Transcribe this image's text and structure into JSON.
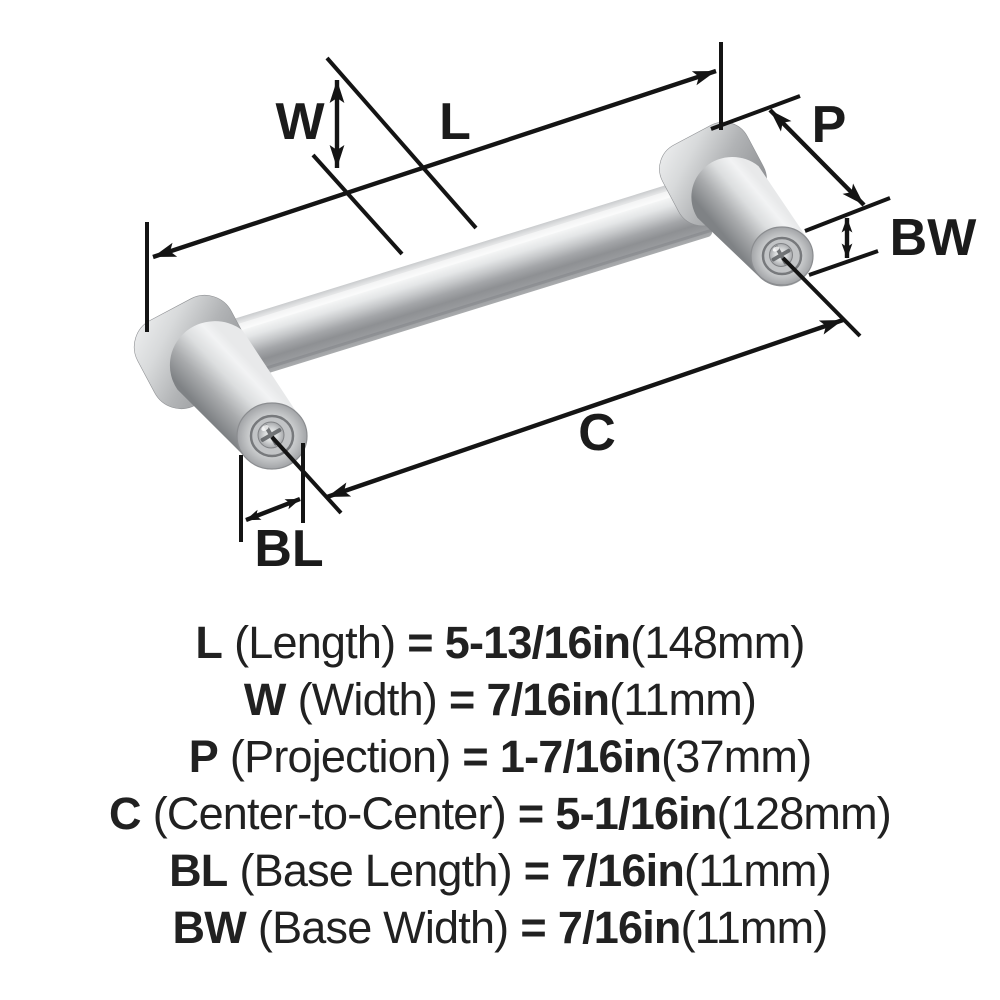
{
  "diagram": {
    "labels": {
      "L": "L",
      "W": "W",
      "P": "P",
      "BW": "BW",
      "C": "C",
      "BL": "BL"
    },
    "subject": "cabinet pull handle, brushed nickel, two posts with screws"
  },
  "specs": [
    {
      "code": "L",
      "name": "(Length)",
      "eq": "=",
      "value": "5-13/16in",
      "metric": "(148mm)"
    },
    {
      "code": "W",
      "name": "(Width)",
      "eq": "=",
      "value": "7/16in",
      "metric": "(11mm)"
    },
    {
      "code": "P",
      "name": "(Projection)",
      "eq": "=",
      "value": "1-7/16in",
      "metric": "(37mm)"
    },
    {
      "code": "C",
      "name": "(Center-to-Center)",
      "eq": "=",
      "value": "5-1/16in",
      "metric": "(128mm)"
    },
    {
      "code": "BL",
      "name": "(Base Length)",
      "eq": "=",
      "value": "7/16in",
      "metric": "(11mm)"
    },
    {
      "code": "BW",
      "name": "(Base Width)",
      "eq": "=",
      "value": "7/16in",
      "metric": "(11mm)"
    }
  ],
  "colors": {
    "background": "#ffffff",
    "dimension_line": "#141414",
    "text": "#212121",
    "metal_highlight": "#f5f6f6",
    "metal_mid": "#c6c8ca",
    "metal_shadow": "#8a8c8f"
  }
}
